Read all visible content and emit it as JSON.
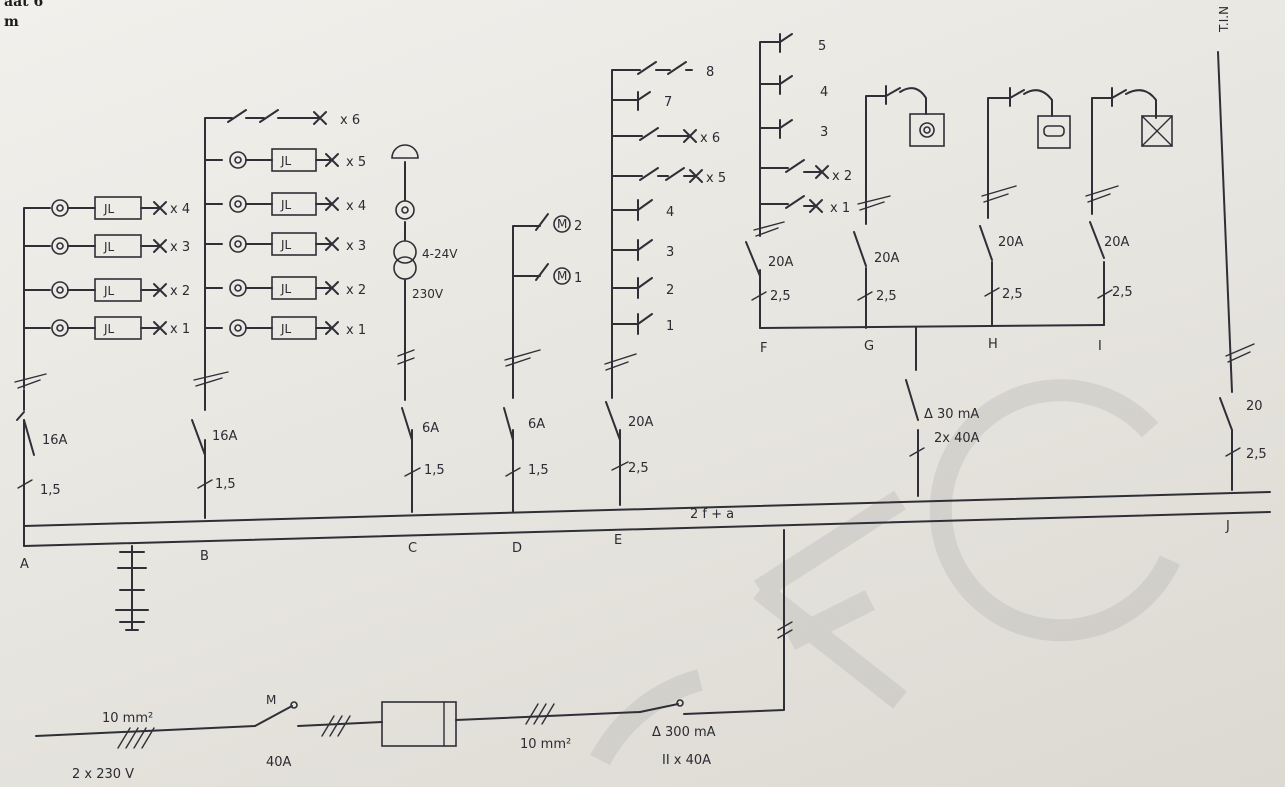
{
  "header": {
    "line1": "aat 6",
    "line2": "m"
  },
  "top_right_note": "T.I.N",
  "main_bus": {
    "label": "2 f + a"
  },
  "circuits": {
    "A": {
      "id": "A",
      "breaker": "16A",
      "section": "1,5",
      "outlets": [
        "x 4",
        "x 3",
        "x 2",
        "x 1"
      ]
    },
    "B": {
      "id": "B",
      "breaker": "16A",
      "section": "1,5",
      "outlets": [
        "x 6",
        "x 5",
        "x 4",
        "x 3",
        "x 2",
        "x 1"
      ]
    },
    "C": {
      "id": "C",
      "breaker": "6A",
      "section": "1,5",
      "transformer_secondary": "4-24V",
      "transformer_primary": "230V"
    },
    "D": {
      "id": "D",
      "breaker": "6A",
      "section": "1,5",
      "motors": [
        "2",
        "1"
      ]
    },
    "E": {
      "id": "E",
      "breaker": "20A",
      "section": "2,5",
      "items": [
        "8",
        "7",
        "x 6",
        "x 5",
        "4",
        "3",
        "2",
        "1"
      ]
    },
    "F": {
      "id": "F",
      "breaker": "20A",
      "section": "2,5",
      "items": [
        "5",
        "4",
        "3",
        "x 2",
        "x 1"
      ]
    },
    "G": {
      "id": "G",
      "breaker": "20A",
      "section": "2,5"
    },
    "H": {
      "id": "H",
      "breaker": "20A",
      "section": "2,5"
    },
    "I": {
      "id": "I",
      "breaker": "20A",
      "section": "2,5"
    },
    "J": {
      "id": "J",
      "breaker": "20",
      "section": "2,5"
    }
  },
  "rcd_group": {
    "rating": "Δ 30 mA",
    "poles": "2x 40A"
  },
  "supply": {
    "cable_in": "10 mm²",
    "voltage": "2 x 230 V",
    "main_switch_mark": "M",
    "main_switch": "40A",
    "cable_out": "10 mm²",
    "main_rcd": "Δ 300 mA",
    "main_rcd_poles": "II x 40A"
  },
  "colors": {
    "ink": "#2f2f38",
    "paper": "#f2f0ec",
    "watermark": "#9a9a9a"
  }
}
